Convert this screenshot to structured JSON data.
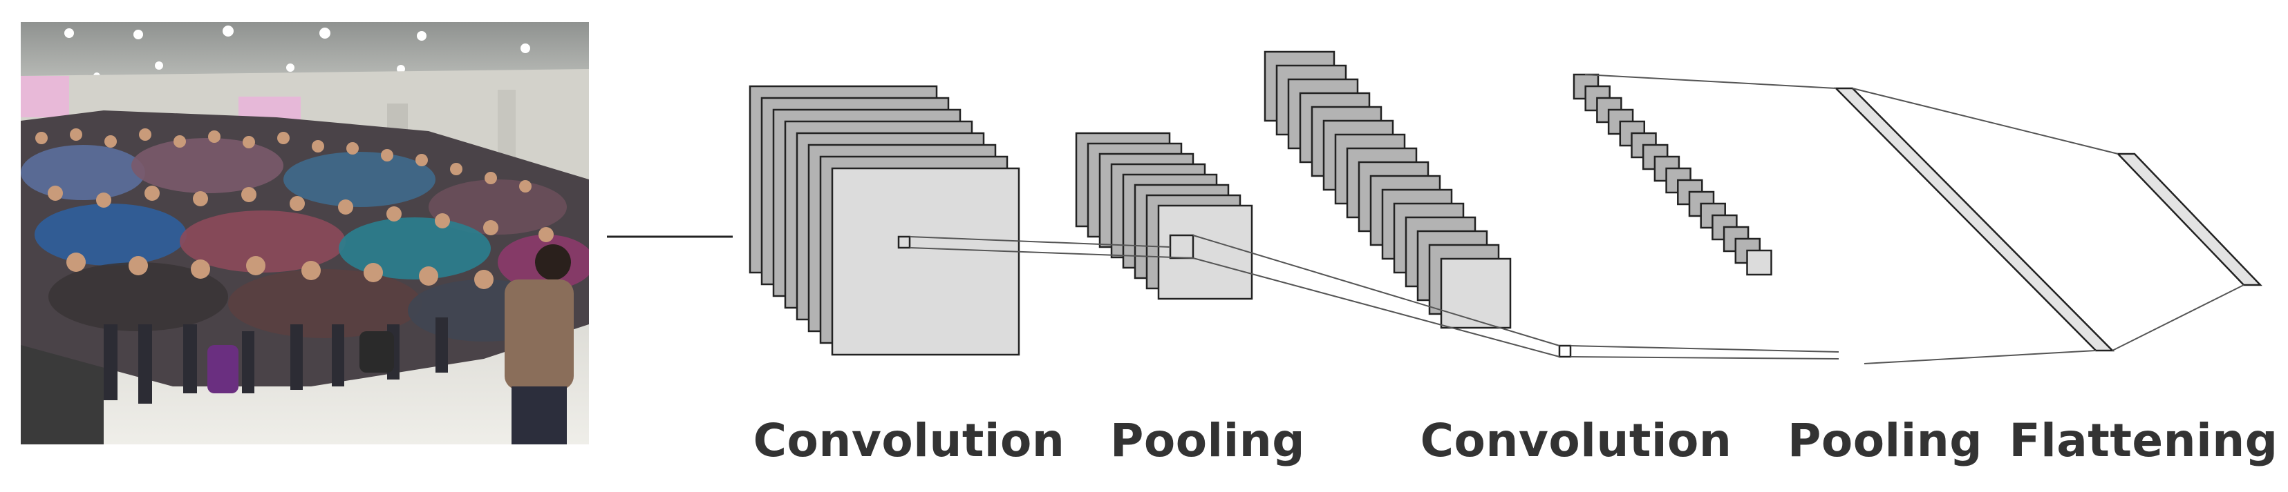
{
  "labels": {
    "conv1": "Convolution",
    "pool1": "Pooling",
    "conv2": "Convolution",
    "pool2": "Pooling",
    "flatten": "Flattening"
  },
  "colors": {
    "stroke": "#222222",
    "feature_map_fill": "#b3b3b3",
    "front_map_fill": "#dcdcdc",
    "flat_fill": "#e3e3e3",
    "label": "#333333"
  },
  "stages": {
    "conv1_map_count": 8,
    "pool1_map_count": 8,
    "conv2_map_count": 16,
    "pool2_map_count": 16
  },
  "input_image": {
    "description_icon": "classroom-photo"
  }
}
